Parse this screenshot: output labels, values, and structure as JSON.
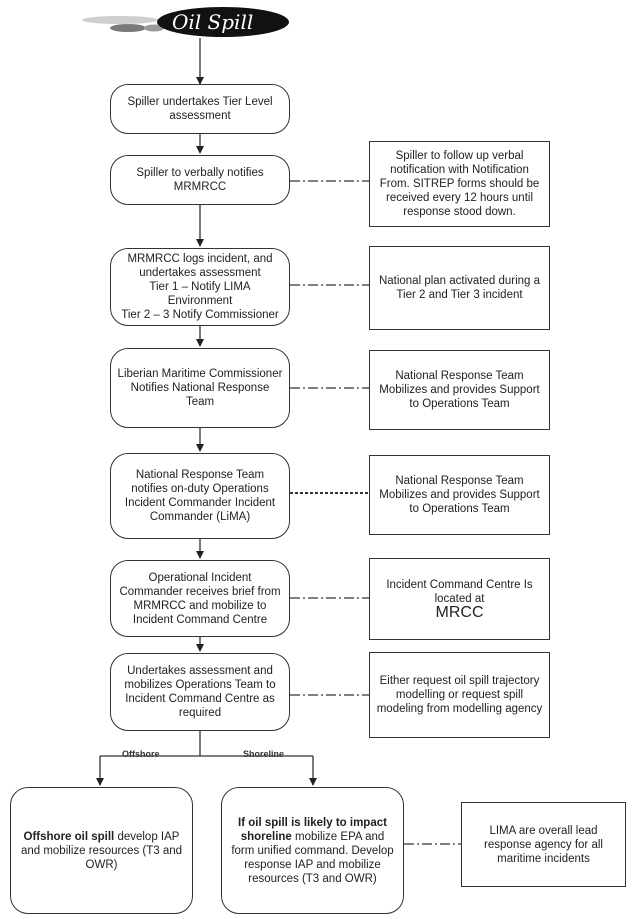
{
  "logo": {
    "title": "Oil Spill"
  },
  "steps": [
    {
      "id": "s1",
      "text": "Spiller undertakes Tier Level assessment"
    },
    {
      "id": "s2",
      "text": "Spiller to verbally notifies MRMRCC"
    },
    {
      "id": "s3",
      "lines": [
        "MRMRCC logs incident, and undertakes assessment",
        "Tier 1 – Notify LIMA",
        "Environment",
        "Tier 2 – 3 Notify Commissioner"
      ]
    },
    {
      "id": "s4",
      "text": "Liberian Maritime Commissioner Notifies National Response Team"
    },
    {
      "id": "s5",
      "text": "National Response Team notifies on-duty Operations Incident Commander Incident Commander (LiMA)"
    },
    {
      "id": "s6",
      "text": "Operational Incident Commander receives brief from MRMRCC and mobilize to Incident Command Centre"
    },
    {
      "id": "s7",
      "text": "Undertakes assessment and mobilizes Operations Team to Incident Command Centre as required"
    }
  ],
  "notes": [
    {
      "id": "n1",
      "text": "Spiller to follow up verbal notification with Notification From. SITREP forms should be received every 12 hours until response stood down."
    },
    {
      "id": "n2",
      "text": "National plan activated during a Tier 2 and Tier 3 incident"
    },
    {
      "id": "n3",
      "text": "National Response Team Mobilizes and provides Support to Operations Team"
    },
    {
      "id": "n4",
      "text": "National Response Team Mobilizes and provides Support to Operations Team"
    },
    {
      "id": "n5",
      "text": "Incident Command Centre Is located at",
      "emph": "MRCC"
    },
    {
      "id": "n6",
      "text": "Either request oil spill trajectory modelling or request spill modeling from modelling agency"
    },
    {
      "id": "n7",
      "text": "LIMA are overall lead response agency for all maritime incidents"
    }
  ],
  "branches": {
    "offshore_label": "Offshore",
    "shoreline_label": "Shoreline",
    "offshore": {
      "bold": "Offshore oil spill",
      "rest": " develop IAP and mobilize resources (T3 and OWR)"
    },
    "shoreline": {
      "bold": "If oil spill is likely to impact shoreline",
      "rest": " mobilize EPA and form unified command. Develop response IAP and mobilize resources (T3 and OWR)"
    }
  }
}
